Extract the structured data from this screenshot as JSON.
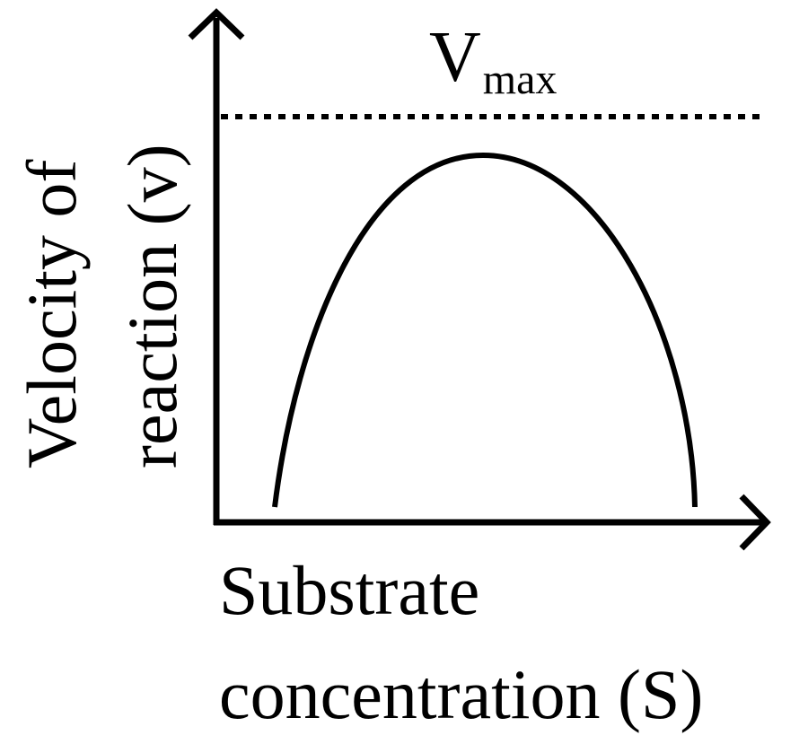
{
  "diagram": {
    "y_axis_label_line1": "Velocity of",
    "y_axis_label_line2": "reaction (v)",
    "x_axis_label_line1": "Substrate",
    "x_axis_label_line2": "concentration (S)",
    "vmax_label": "V",
    "vmax_subscript": "max",
    "curve_shape": "inverted-parabola",
    "reference_line": "dotted horizontal at Vmax",
    "colors": {
      "stroke": "#000000",
      "background": "#ffffff"
    }
  }
}
